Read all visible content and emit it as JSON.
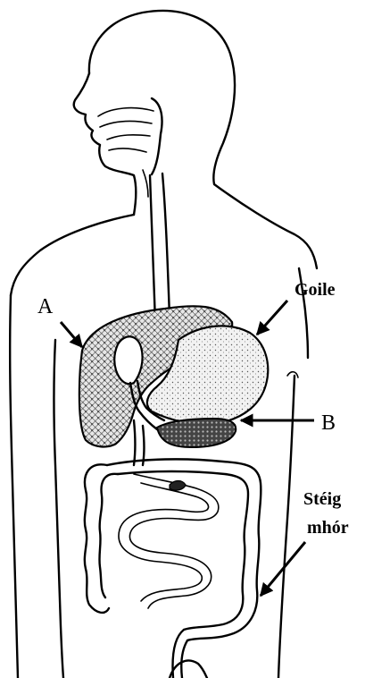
{
  "labels": {
    "liver": "A",
    "stomach": "Goile",
    "pancreas": "B",
    "colon_line1": "Stéig",
    "colon_line2": "mhór"
  }
}
